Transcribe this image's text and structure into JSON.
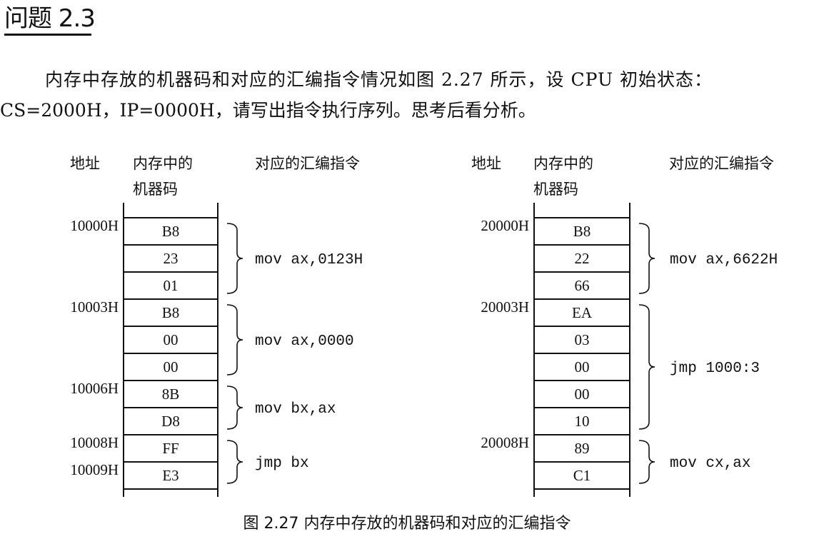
{
  "title": "问题 2.3",
  "paragraph": {
    "line1": "内存中存放的机器码和对应的汇编指令情况如图 2.27 所示，设 CPU 初始状态：",
    "line2": "CS=2000H，IP=0000H，请写出指令执行序列。思考后看分析。"
  },
  "headers": {
    "address": "地址",
    "machine_code_line1": "内存中的",
    "machine_code_line2": "机器码",
    "assembly": "对应的汇编指令"
  },
  "tables": [
    {
      "cells": [
        {
          "address": "10000H",
          "code": "B8"
        },
        {
          "address": "",
          "code": "23"
        },
        {
          "address": "",
          "code": "01"
        },
        {
          "address": "10003H",
          "code": "B8"
        },
        {
          "address": "",
          "code": "00"
        },
        {
          "address": "",
          "code": "00"
        },
        {
          "address": "10006H",
          "code": "8B"
        },
        {
          "address": "",
          "code": "D8"
        },
        {
          "address": "10008H",
          "code": "FF"
        },
        {
          "address": "10009H",
          "code": "E3"
        }
      ],
      "instructions": [
        {
          "text": "mov ax,0123H",
          "start": 0,
          "count": 3
        },
        {
          "text": "mov ax,0000",
          "start": 3,
          "count": 3
        },
        {
          "text": "mov bx,ax",
          "start": 6,
          "count": 2
        },
        {
          "text": "jmp bx",
          "start": 8,
          "count": 2
        }
      ]
    },
    {
      "cells": [
        {
          "address": "20000H",
          "code": "B8"
        },
        {
          "address": "",
          "code": "22"
        },
        {
          "address": "",
          "code": "66"
        },
        {
          "address": "20003H",
          "code": "EA"
        },
        {
          "address": "",
          "code": "03"
        },
        {
          "address": "",
          "code": "00"
        },
        {
          "address": "",
          "code": "00"
        },
        {
          "address": "",
          "code": "10"
        },
        {
          "address": "20008H",
          "code": "89"
        },
        {
          "address": "",
          "code": "C1"
        }
      ],
      "instructions": [
        {
          "text": "mov ax,6622H",
          "start": 0,
          "count": 3
        },
        {
          "text": "jmp 1000:3",
          "start": 3,
          "count": 5
        },
        {
          "text": "mov cx,ax",
          "start": 8,
          "count": 2
        }
      ]
    }
  ],
  "caption": "图 2.27    内存中存放的机器码和对应的汇编指令"
}
